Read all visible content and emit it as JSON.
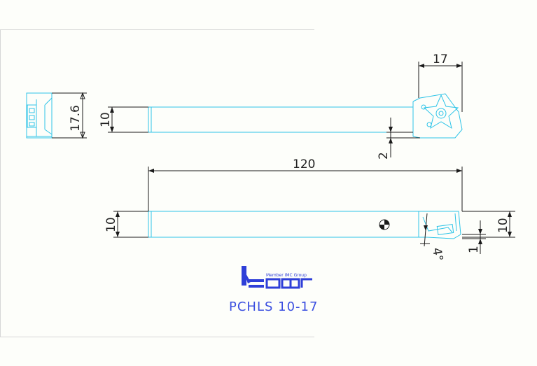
{
  "drawing": {
    "title": "PCHLS 10-17",
    "brand_name": "iscar",
    "brand_tagline": "Member IMC Group"
  },
  "dimensions": {
    "insert_width": "17",
    "side_height": "17.6",
    "shank_height_top": "10",
    "offset_small": "2",
    "overall_length": "120",
    "shank_height_front": "10",
    "shank_height_right": "10",
    "angle": "4°",
    "depth": "1"
  },
  "colors": {
    "outline": "#2ec4e8",
    "dimension": "#1a1a1a",
    "title": "#3b4fe0"
  }
}
